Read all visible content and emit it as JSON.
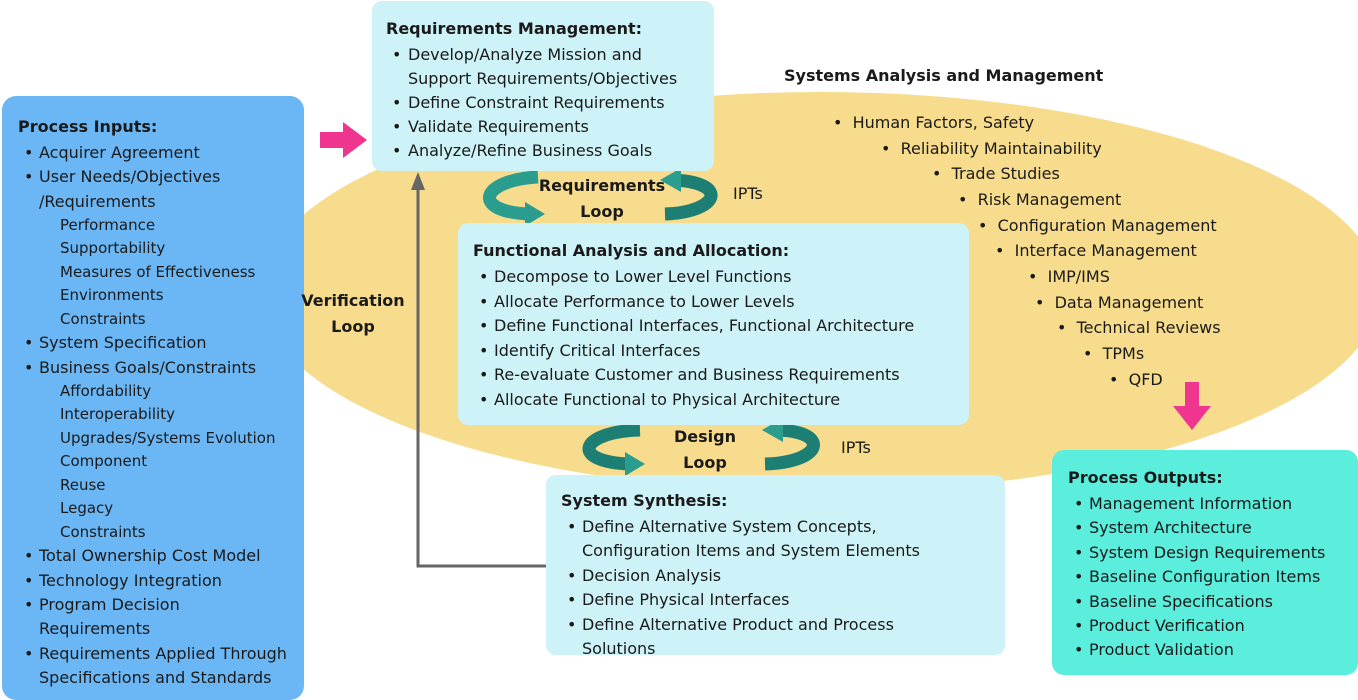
{
  "systems_analysis": {
    "title": "Systems Analysis and Management",
    "items": [
      "Human Factors, Safety",
      "Reliability Maintainability",
      "Trade Studies",
      "Risk Management",
      "Configuration Management",
      "Interface Management",
      "IMP/IMS",
      "Data Management",
      "Technical Reviews",
      "TPMs",
      "QFD"
    ]
  },
  "process_inputs": {
    "title": "Process Inputs:",
    "items": [
      {
        "label": "Acquirer Agreement"
      },
      {
        "label": "User Needs/Objectives /Requirements",
        "sub": [
          "Performance",
          "Supportability",
          "Measures of Effectiveness",
          "Environments",
          "Constraints"
        ]
      },
      {
        "label": "System Specification"
      },
      {
        "label": "Business Goals/Constraints",
        "sub": [
          "Affordability",
          "Interoperability",
          "Upgrades/Systems Evolution",
          "Component Reuse",
          "Legacy Constraints"
        ]
      },
      {
        "label": "Total Ownership Cost Model"
      },
      {
        "label": "Technology Integration"
      },
      {
        "label": "Program Decision Requirements"
      },
      {
        "label": "Requirements Applied Through Specifications and Standards"
      }
    ]
  },
  "requirements_management": {
    "title": "Requirements Management:",
    "items": [
      "Develop/Analyze Mission and Support Requirements/Objectives",
      "Define Constraint Requirements",
      "Validate Requirements",
      "Analyze/Refine Business Goals"
    ]
  },
  "functional_analysis": {
    "title": "Functional Analysis and Allocation:",
    "items": [
      "Decompose to Lower Level Functions",
      "Allocate Performance to Lower Levels",
      "Define Functional Interfaces, Functional Architecture",
      "Identify Critical Interfaces",
      "Re-evaluate Customer and Business Requirements",
      "Allocate Functional to Physical Architecture"
    ]
  },
  "system_synthesis": {
    "title": "System Synthesis:",
    "items": [
      "Define Alternative System Concepts, Configuration Items and System Elements",
      "Decision Analysis",
      "Define Physical Interfaces",
      "Define Alternative Product and Process Solutions"
    ]
  },
  "process_outputs": {
    "title": "Process Outputs:",
    "items": [
      "Management Information",
      "System Architecture",
      "System Design Requirements",
      "Baseline Configuration Items",
      "Baseline Specifications",
      "Product Verification",
      "Product Validation"
    ]
  },
  "loops": {
    "requirements": "Requirements Loop",
    "design": "Design Loop",
    "verification": "Verification Loop",
    "ipts_top": "IPTs",
    "ipts_bottom": "IPTs"
  },
  "colors": {
    "ellipse": "#f6dc8c",
    "inputs": "#6bb7f5",
    "inner_boxes": "#cdf2f7",
    "outputs": "#5ceedd",
    "loop_arrows": "#2a9d8f",
    "pink_arrows": "#f0358f",
    "verification_arrow": "#666666"
  }
}
